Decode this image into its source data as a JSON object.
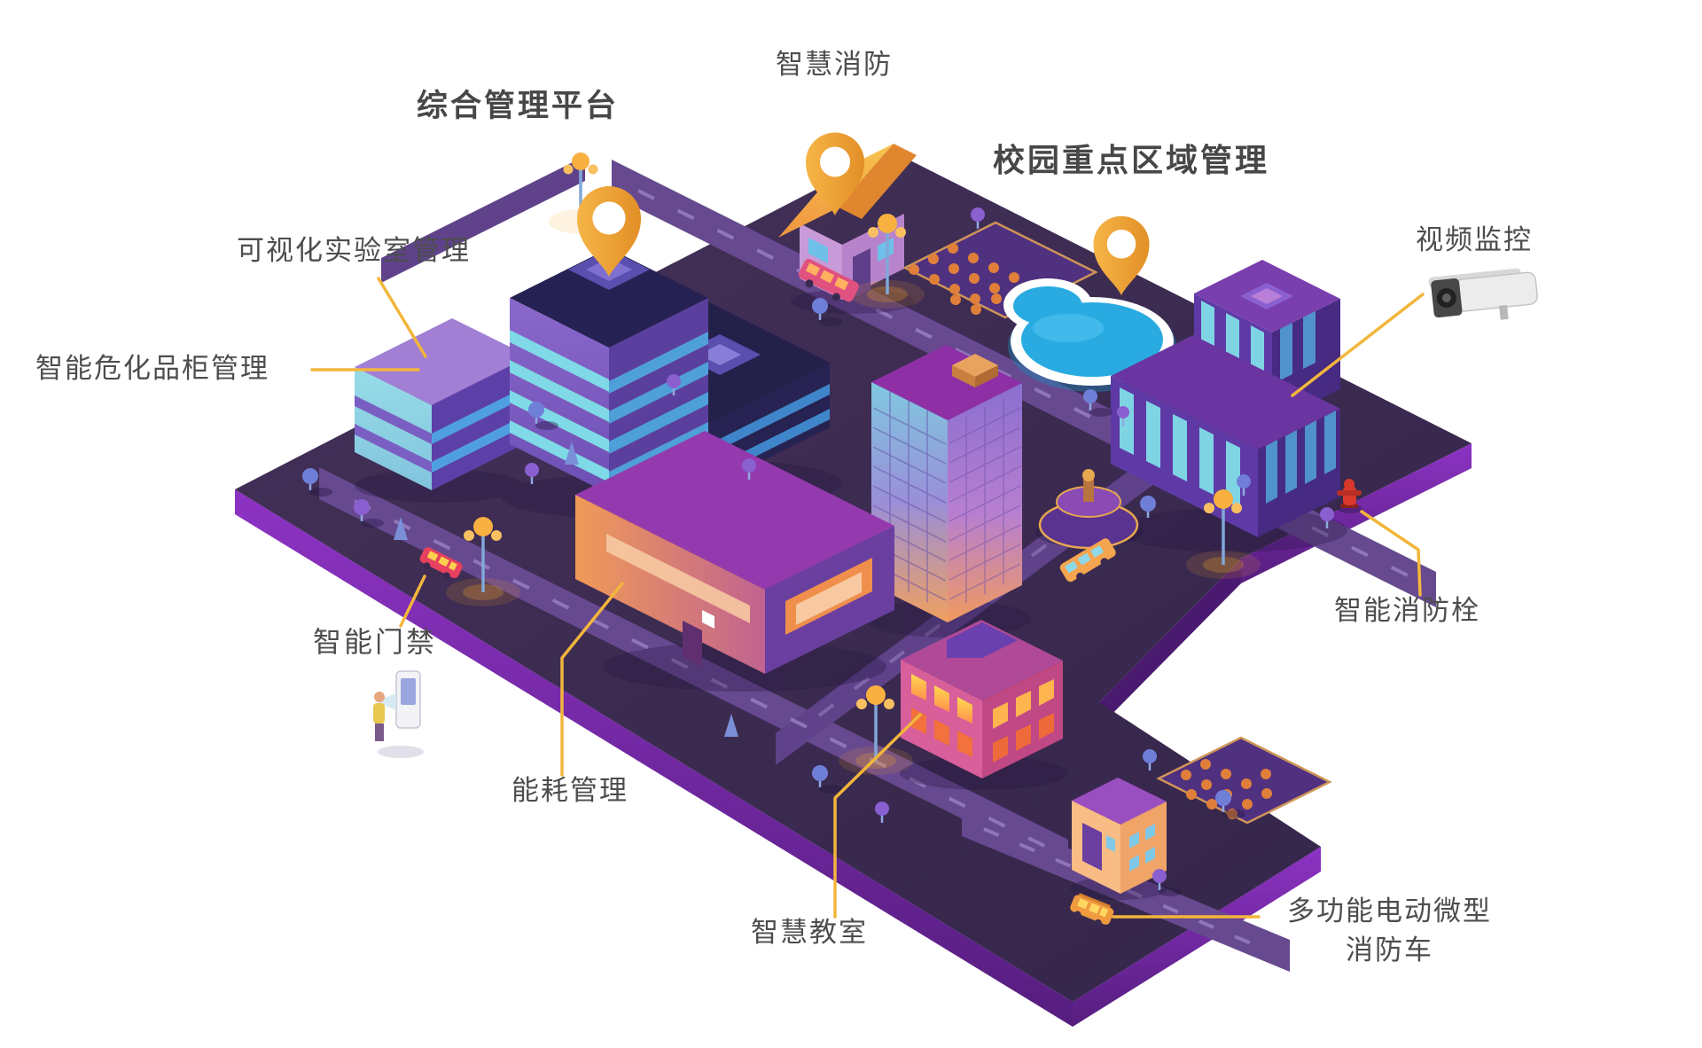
{
  "illustration": {
    "type": "isometric smart campus infographic",
    "background": "#ffffff"
  },
  "titles": {
    "management_platform": "综合管理平台",
    "campus_key_area": "校园重点区域管理"
  },
  "labels": {
    "smart_fire": "智慧消防",
    "visual_lab": "可视化实验室管理",
    "hazmat_cabinet": "智能危化品柜管理",
    "video_monitor": "视频监控",
    "smart_access": "智能门禁",
    "energy": "能耗管理",
    "smart_classroom": "智慧教室",
    "smart_hydrant": "智能消防栓",
    "fire_truck_line1": "多功能电动微型",
    "fire_truck_line2": "消防车"
  },
  "icons": {
    "map_pin_icon": "gold teardrop location pin",
    "cctv_camera_icon": "white bullet surveillance camera",
    "fire_hydrant_icon": "red fire hydrant",
    "access_gate_icon": "face-recognition gate with person",
    "street_lamp_icon": "glowing smart street lamp"
  },
  "colors": {
    "label_text": "#4d4d4d",
    "leader_line": "#f2b63c",
    "pin_gold": "#f2a43c",
    "ground_top": "#3b2b56",
    "ground_side": "#8d33c4",
    "road": "#6a4e96",
    "pond_blue": "#29abe2",
    "window_glow": "#ffd24f",
    "accent_orange": "#f09a3f",
    "accent_cyan": "#7fd9e6",
    "accent_magenta": "#d85f9a"
  }
}
